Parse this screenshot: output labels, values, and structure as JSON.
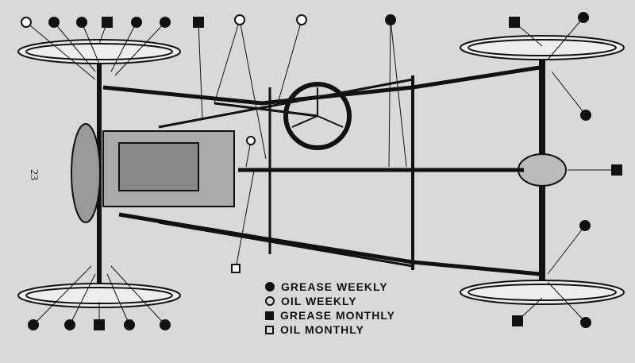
{
  "page_number": "23",
  "legend": [
    {
      "symbol": "filled-circle",
      "label": "GREASE WEEKLY"
    },
    {
      "symbol": "open-circle",
      "label": "OIL WEEKLY"
    },
    {
      "symbol": "filled-square",
      "label": "GREASE MONTHLY"
    },
    {
      "symbol": "open-square",
      "label": "OIL MONTHLY"
    }
  ],
  "colors": {
    "background": "#d9d9d9",
    "ink": "#111111"
  }
}
